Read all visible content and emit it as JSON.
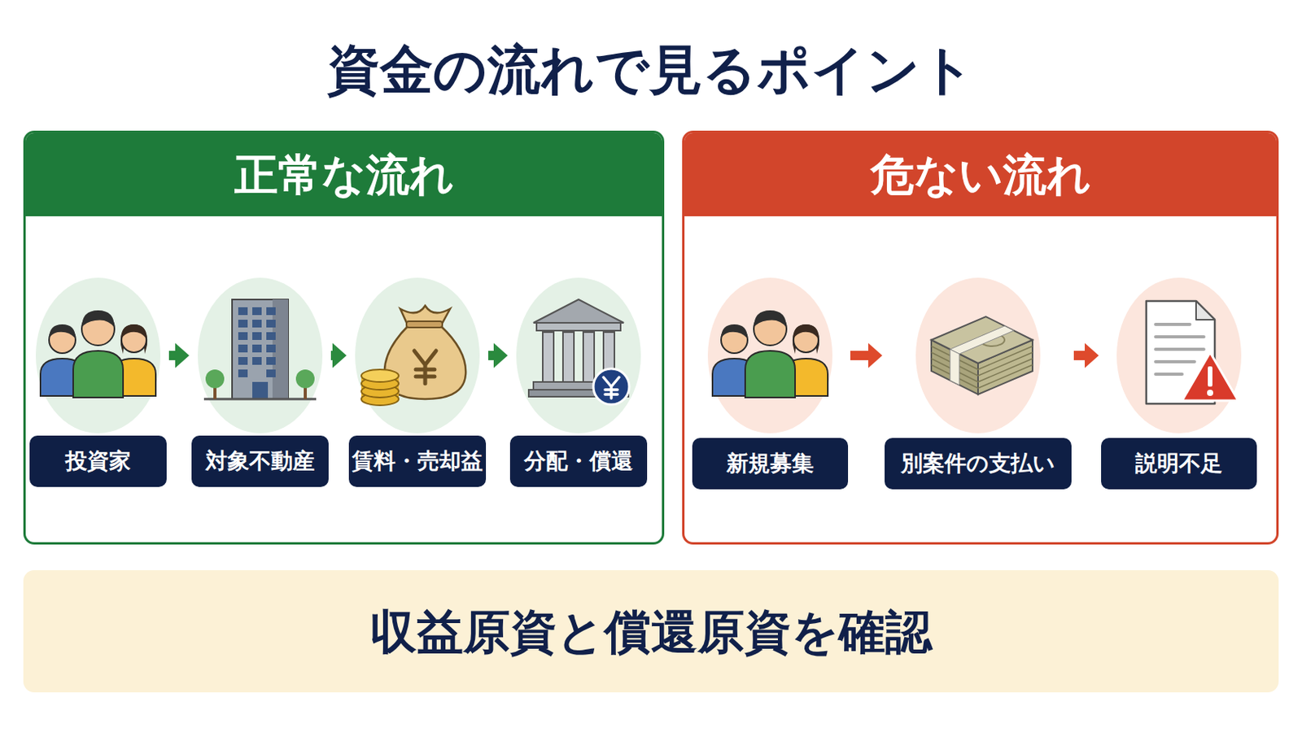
{
  "diagram": {
    "title": "資金の流れで見るポイント",
    "nodes": [
      {
        "text": [
          "正常な流れ"
        ]
      },
      {
        "text": [
          "投資家"
        ],
        "in": 0
      },
      {
        "text": [
          "対象不動産"
        ],
        "in": 0
      },
      {
        "text": [
          "賃料・売却益"
        ],
        "in": 0
      },
      {
        "text": [
          "分配・償還"
        ],
        "in": 0
      },
      {
        "text": [
          "危ない流れ"
        ]
      },
      {
        "text": [
          "新規募集"
        ],
        "in": 5
      },
      {
        "text": [
          "別案件の支払い"
        ],
        "in": 5
      },
      {
        "text": [
          "説明不足"
        ],
        "in": 5
      },
      {
        "text": [
          "収益原資と償還原資を確認"
        ]
      }
    ],
    "edges": [
      {
        "from": 1,
        "to": 2,
        "arrow": "to"
      },
      {
        "from": 2,
        "to": 3,
        "arrow": "to"
      },
      {
        "from": 3,
        "to": 4,
        "arrow": "to"
      },
      {
        "from": 6,
        "to": 7,
        "arrow": "to"
      },
      {
        "from": 7,
        "to": 8,
        "arrow": "to"
      }
    ]
  }
}
